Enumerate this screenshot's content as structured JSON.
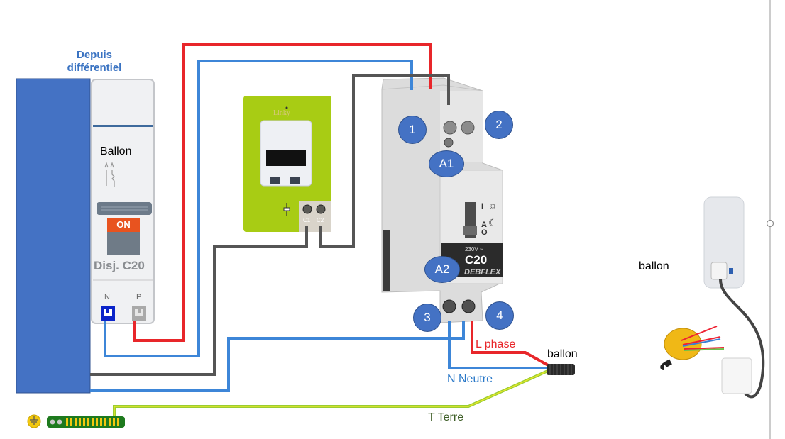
{
  "header": {
    "source_label_line1": "Depuis",
    "source_label_line2": "différentiel"
  },
  "breaker": {
    "name_label": "Ballon",
    "state_label": "ON",
    "model_label": "Disj. C20",
    "terminal_n": "N",
    "terminal_p": "P"
  },
  "meter": {
    "brand": "Linky",
    "terminal_c1": "C1",
    "terminal_c2": "C2"
  },
  "contactor": {
    "voltage": "230V ~",
    "rating": "C20",
    "brand": "DEBFLEX",
    "mode_i": "I",
    "mode_a": "A",
    "mode_o": "O",
    "badges": [
      "1",
      "2",
      "A1",
      "A2",
      "3",
      "4"
    ]
  },
  "wires": {
    "phase_label": "L phase",
    "neutral_label": "N Neutre",
    "earth_label": "T Terre",
    "cable_label": "ballon"
  },
  "heater": {
    "label": "ballon"
  },
  "colors": {
    "phase": "#e8262a",
    "neutral": "#3d86d8",
    "pilot": "#555555",
    "earth": "#9acd32",
    "badge": "#4472c4",
    "source_block": "#4472c4",
    "meter_body": "#a8cc14",
    "on_indicator": "#e8531f"
  }
}
